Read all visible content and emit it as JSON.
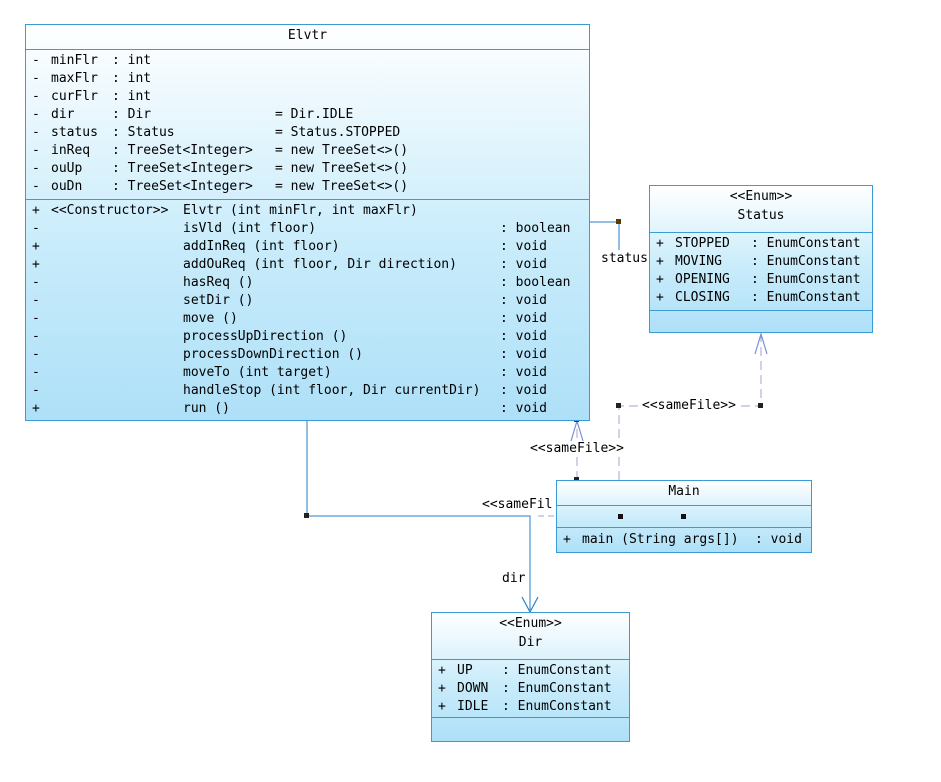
{
  "classes": {
    "elvtr": {
      "name": "Elvtr",
      "attributes": [
        {
          "vis": "-",
          "name": "minFlr",
          "type": ": int",
          "init": ""
        },
        {
          "vis": "-",
          "name": "maxFlr",
          "type": ": int",
          "init": ""
        },
        {
          "vis": "-",
          "name": "curFlr",
          "type": ": int",
          "init": ""
        },
        {
          "vis": "-",
          "name": "dir",
          "type": ": Dir",
          "init": "= Dir.IDLE"
        },
        {
          "vis": "-",
          "name": "status",
          "type": ": Status",
          "init": "= Status.STOPPED"
        },
        {
          "vis": "-",
          "name": "inReq",
          "type": ": TreeSet<Integer>",
          "init": "= new TreeSet<>()"
        },
        {
          "vis": "-",
          "name": "ouUp",
          "type": ": TreeSet<Integer>",
          "init": "= new TreeSet<>()"
        },
        {
          "vis": "-",
          "name": "ouDn",
          "type": ": TreeSet<Integer>",
          "init": "= new TreeSet<>()"
        }
      ],
      "operations": [
        {
          "vis": "+",
          "stereo": "<<Constructor>>",
          "sig": "Elvtr (int minFlr, int maxFlr)",
          "ret": ""
        },
        {
          "vis": "-",
          "stereo": "",
          "sig": "isVld (int floor)",
          "ret": ": boolean"
        },
        {
          "vis": "+",
          "stereo": "",
          "sig": "addInReq (int floor)",
          "ret": ": void"
        },
        {
          "vis": "+",
          "stereo": "",
          "sig": "addOuReq (int floor, Dir direction)",
          "ret": ": void"
        },
        {
          "vis": "-",
          "stereo": "",
          "sig": "hasReq ()",
          "ret": ": boolean"
        },
        {
          "vis": "-",
          "stereo": "",
          "sig": "setDir ()",
          "ret": ": void"
        },
        {
          "vis": "-",
          "stereo": "",
          "sig": "move ()",
          "ret": ": void"
        },
        {
          "vis": "-",
          "stereo": "",
          "sig": "processUpDirection ()",
          "ret": ": void"
        },
        {
          "vis": "-",
          "stereo": "",
          "sig": "processDownDirection ()",
          "ret": ": void"
        },
        {
          "vis": "-",
          "stereo": "",
          "sig": "moveTo (int target)",
          "ret": ": void"
        },
        {
          "vis": "-",
          "stereo": "",
          "sig": "handleStop (int floor, Dir currentDir)",
          "ret": ": void"
        },
        {
          "vis": "+",
          "stereo": "",
          "sig": "run ()",
          "ret": ": void"
        }
      ]
    },
    "status": {
      "stereotype": "<<Enum>>",
      "name": "Status",
      "literals": [
        {
          "vis": "+",
          "name": "STOPPED",
          "type": ": EnumConstant"
        },
        {
          "vis": "+",
          "name": "MOVING",
          "type": ": EnumConstant"
        },
        {
          "vis": "+",
          "name": "OPENING",
          "type": ": EnumConstant"
        },
        {
          "vis": "+",
          "name": "CLOSING",
          "type": ": EnumConstant"
        }
      ]
    },
    "main": {
      "name": "Main",
      "operations": [
        {
          "vis": "+",
          "sig": "main (String args[])",
          "ret": ": void"
        }
      ]
    },
    "dir": {
      "stereotype": "<<Enum>>",
      "name": "Dir",
      "literals": [
        {
          "vis": "+",
          "name": "UP",
          "type": ": EnumConstant"
        },
        {
          "vis": "+",
          "name": "DOWN",
          "type": ": EnumConstant"
        },
        {
          "vis": "+",
          "name": "IDLE",
          "type": ": EnumConstant"
        }
      ]
    }
  },
  "edges": {
    "status_label": "status",
    "dir_label": "dir",
    "same_file": "<<sameFile>>",
    "same_file_truncated": "<<sameFil"
  },
  "colors": {
    "border": "#3a9bd6",
    "association": "#2a7fc8",
    "dependency": "#a9a0cc",
    "arrow_open": "#7a8fd8"
  }
}
